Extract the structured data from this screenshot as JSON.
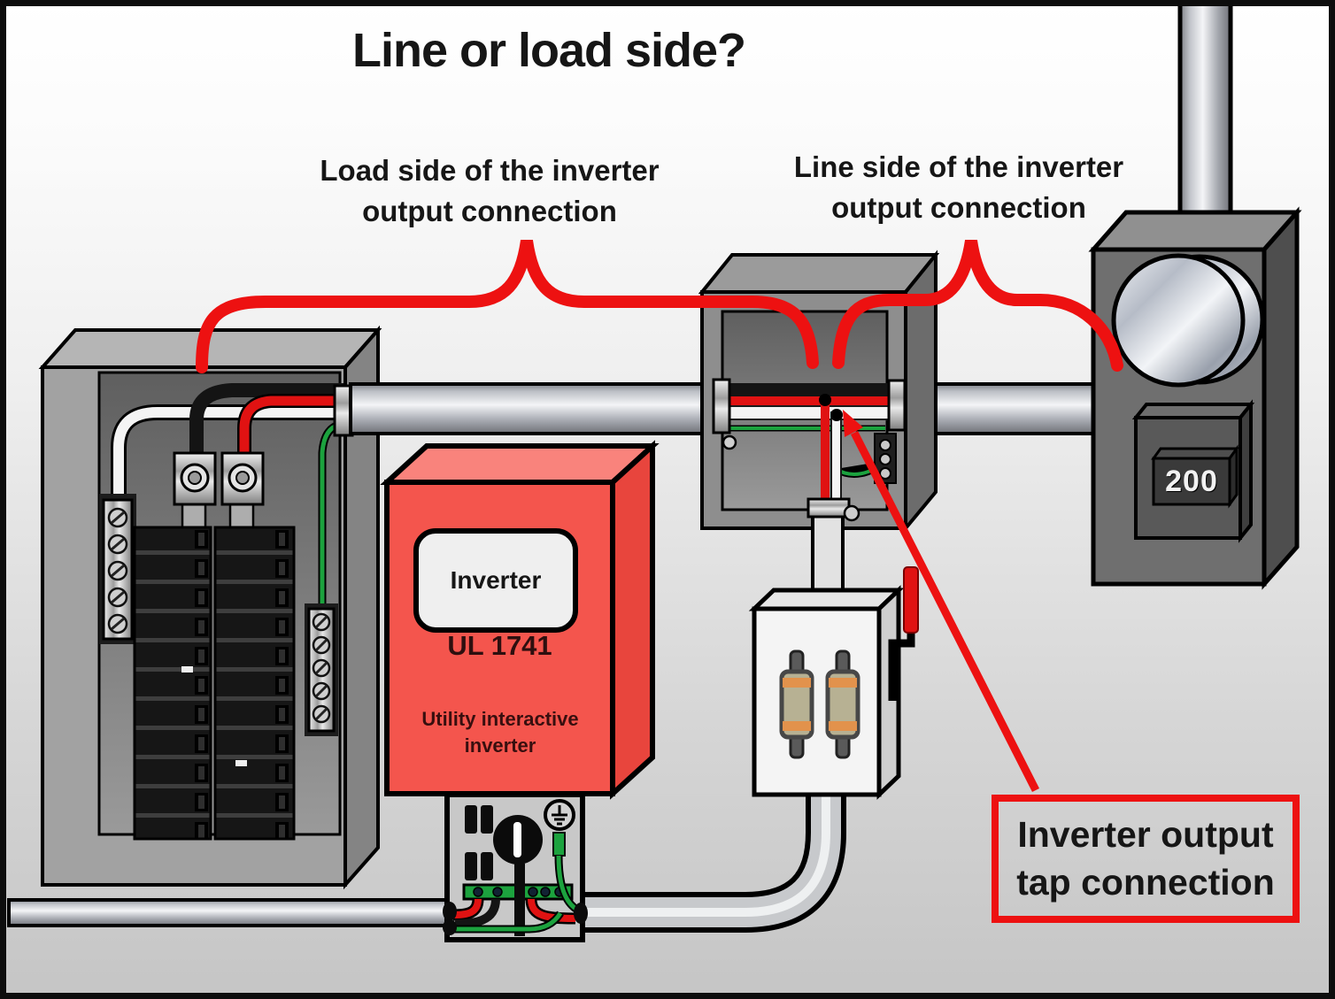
{
  "title": "Line or load side?",
  "annotations": {
    "load_side_label": "Load side of the inverter output connection",
    "line_side_label": "Line side of the inverter output connection",
    "tap_label": "Inverter output tap connection"
  },
  "inverter": {
    "label": "Inverter",
    "standard": "UL 1741",
    "description": "Utility interactive inverter"
  },
  "meter": {
    "main_breaker_rating": "200"
  },
  "colors": {
    "annotation_red": "#ed1111",
    "inverter_red": "#f4554d",
    "inverter_red_top": "#f9837c",
    "inverter_red_side": "#e8453d",
    "wire_red": "#e01212",
    "wire_green": "#1ca23e",
    "wire_black": "#141414",
    "wire_white": "#f4f4f4",
    "frame_black": "#0d0d0d"
  }
}
